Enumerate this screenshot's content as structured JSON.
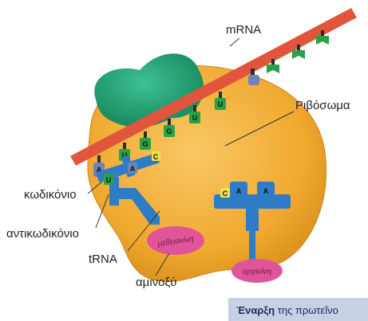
{
  "labels": {
    "mrna": "mRNA",
    "ribosome": "Ριβόσωμα",
    "codon": "κωδικόνιο",
    "anticodon": "αντικωδικόνιο",
    "trna": "tRNA",
    "amino_acid": "αμινοξύ"
  },
  "amino_acids": {
    "methionine": "μεθειονίνη",
    "arginine": "αργινίνη"
  },
  "bases": {
    "codon1": [
      "A",
      "U",
      "G"
    ],
    "anticodon1": [
      "U",
      "A",
      "C"
    ],
    "codon2_visible": [
      "G",
      "U",
      "U"
    ],
    "anticodon2": [
      "C",
      "A",
      "A"
    ]
  },
  "caption": {
    "bold": "Έναρξη",
    "rest": " της πρωτεΐνο"
  },
  "colors": {
    "mrna_strand": "#e0553b",
    "ribosome_large": "#f2b13c",
    "ribosome_small": "#1e9e6e",
    "trna": "#2f7cc6",
    "amino_acid": "#e0559a",
    "base_green": "#28a247",
    "base_blue": "#6f83b8",
    "base_yellow": "#f2e24a"
  }
}
